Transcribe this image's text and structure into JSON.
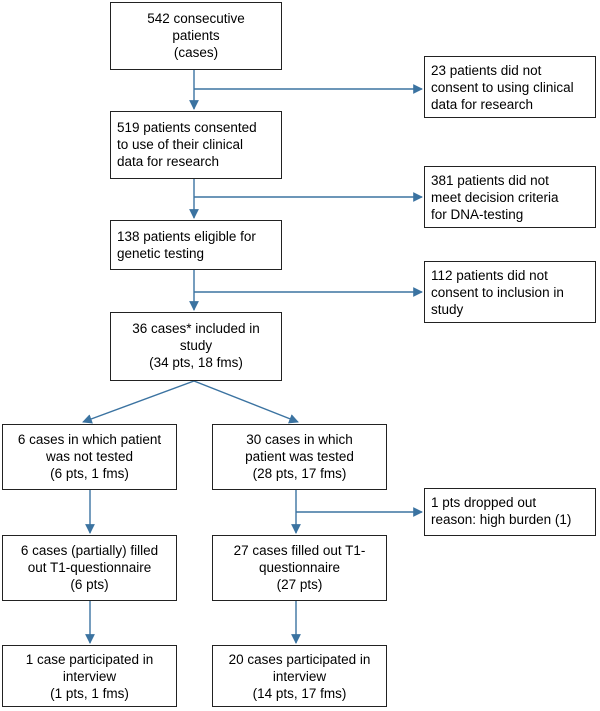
{
  "flowchart": {
    "main": [
      {
        "id": "start",
        "lines": [
          "542 consecutive",
          "patients",
          "(cases)"
        ]
      },
      {
        "id": "consented",
        "lines": [
          "519 patients consented",
          "to use of their clinical",
          "data for research"
        ]
      },
      {
        "id": "eligible",
        "lines": [
          "138 patients eligible for",
          "genetic testing"
        ]
      },
      {
        "id": "included",
        "lines": [
          "36 cases* included in",
          "study",
          "(34 pts, 18 fms)"
        ]
      }
    ],
    "exclusions": [
      {
        "id": "no-consent-data",
        "lines": [
          "23 patients did not",
          "consent to using clinical",
          "data for research"
        ]
      },
      {
        "id": "not-criteria",
        "lines": [
          "381 patients did not",
          "meet decision criteria",
          "for DNA-testing"
        ]
      },
      {
        "id": "no-consent-study",
        "lines": [
          "112 patients did not",
          "consent to inclusion in",
          "study"
        ]
      },
      {
        "id": "dropped",
        "lines": [
          "1 pts dropped out",
          "reason: high burden (1)"
        ]
      }
    ],
    "left_branch": [
      {
        "id": "not-tested",
        "lines": [
          "6 cases in which patient",
          "was not tested",
          "(6 pts, 1 fms)"
        ]
      },
      {
        "id": "left-t1",
        "lines": [
          "6 cases (partially) filled",
          "out T1-questionnaire",
          "(6 pts)"
        ]
      },
      {
        "id": "left-interview",
        "lines": [
          "1 case participated in",
          "interview",
          "(1 pts, 1 fms)"
        ]
      }
    ],
    "right_branch": [
      {
        "id": "tested",
        "lines": [
          "30 cases in which",
          "patient was tested",
          "(28 pts, 17 fms)"
        ]
      },
      {
        "id": "right-t1",
        "lines": [
          "27 cases filled out T1-",
          "questionnaire",
          "(27 pts)"
        ]
      },
      {
        "id": "right-interview",
        "lines": [
          "20 cases participated in",
          "interview",
          "(14 pts, 17 fms)"
        ]
      }
    ],
    "colors": {
      "arrow": "#3b73a1",
      "border": "#222222",
      "text": "#000000"
    }
  }
}
